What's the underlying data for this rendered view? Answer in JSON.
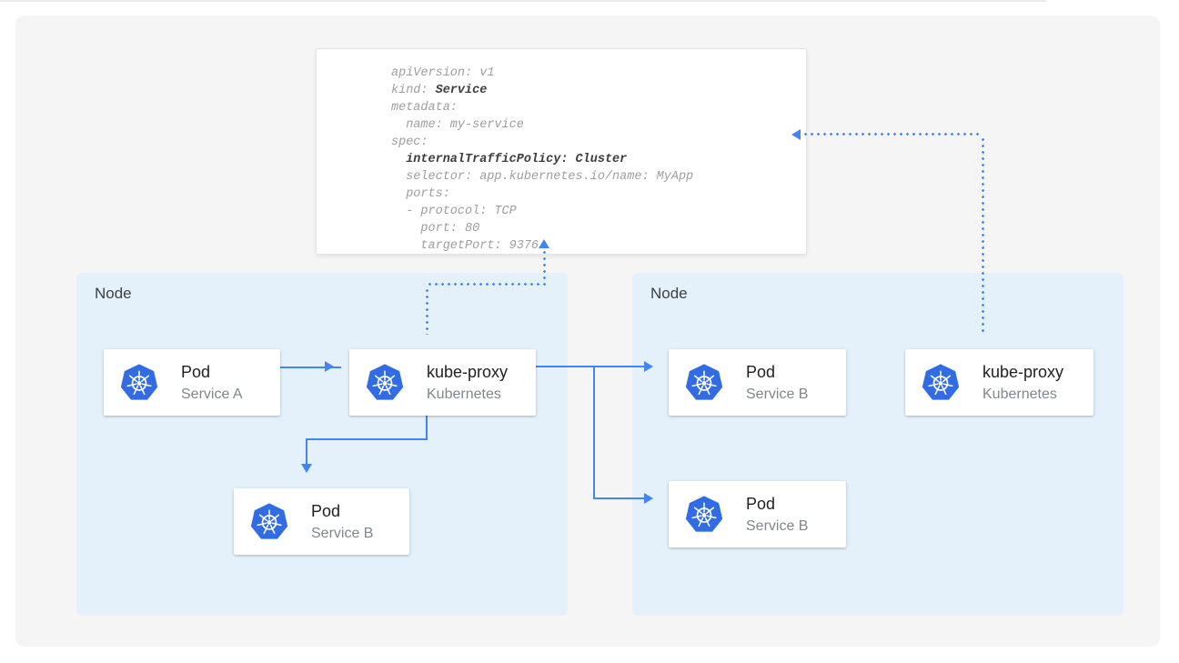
{
  "colors": {
    "accent_blue": "#4285f4",
    "k8s_logo_blue": "#326ce5",
    "node_fill": "#e4f1fb",
    "canvas_fill": "#f5f5f6",
    "card_white": "#ffffff",
    "yaml_text_gray": "#9e9e9e",
    "yaml_bold_dark": "#3d3d3d",
    "title_dark": "#212121",
    "subtitle_gray": "#80868b",
    "node_label_dark": "#3c4043"
  },
  "yaml_card": {
    "lines": [
      {
        "normal": "apiVersion: v1",
        "bold": ""
      },
      {
        "normal": "kind: ",
        "bold": "Service"
      },
      {
        "normal": "metadata:",
        "bold": ""
      },
      {
        "normal": "  name: my-service",
        "bold": ""
      },
      {
        "normal": "spec:",
        "bold": ""
      },
      {
        "normal": "  ",
        "bold": "internalTrafficPolicy: Cluster"
      },
      {
        "normal": "  selector: app.kubernetes.io/name: MyApp",
        "bold": ""
      },
      {
        "normal": "  ports:",
        "bold": ""
      },
      {
        "normal": "  - protocol: TCP",
        "bold": ""
      },
      {
        "normal": "    port: 80",
        "bold": ""
      },
      {
        "normal": "    targetPort: 9376",
        "bold": ""
      }
    ]
  },
  "nodes": {
    "left": {
      "label": "Node"
    },
    "right": {
      "label": "Node"
    }
  },
  "cards": {
    "pod_a": {
      "title": "Pod",
      "subtitle": "Service A",
      "icon": "kubernetes-icon"
    },
    "kube_proxy_left": {
      "title": "kube-proxy",
      "subtitle": "Kubernetes",
      "icon": "kubernetes-icon"
    },
    "pod_b_left": {
      "title": "Pod",
      "subtitle": "Service B",
      "icon": "kubernetes-icon"
    },
    "pod_b_right_top": {
      "title": "Pod",
      "subtitle": "Service B",
      "icon": "kubernetes-icon"
    },
    "pod_b_right_bottom": {
      "title": "Pod",
      "subtitle": "Service B",
      "icon": "kubernetes-icon"
    },
    "kube_proxy_right": {
      "title": "kube-proxy",
      "subtitle": "Kubernetes",
      "icon": "kubernetes-icon"
    }
  }
}
